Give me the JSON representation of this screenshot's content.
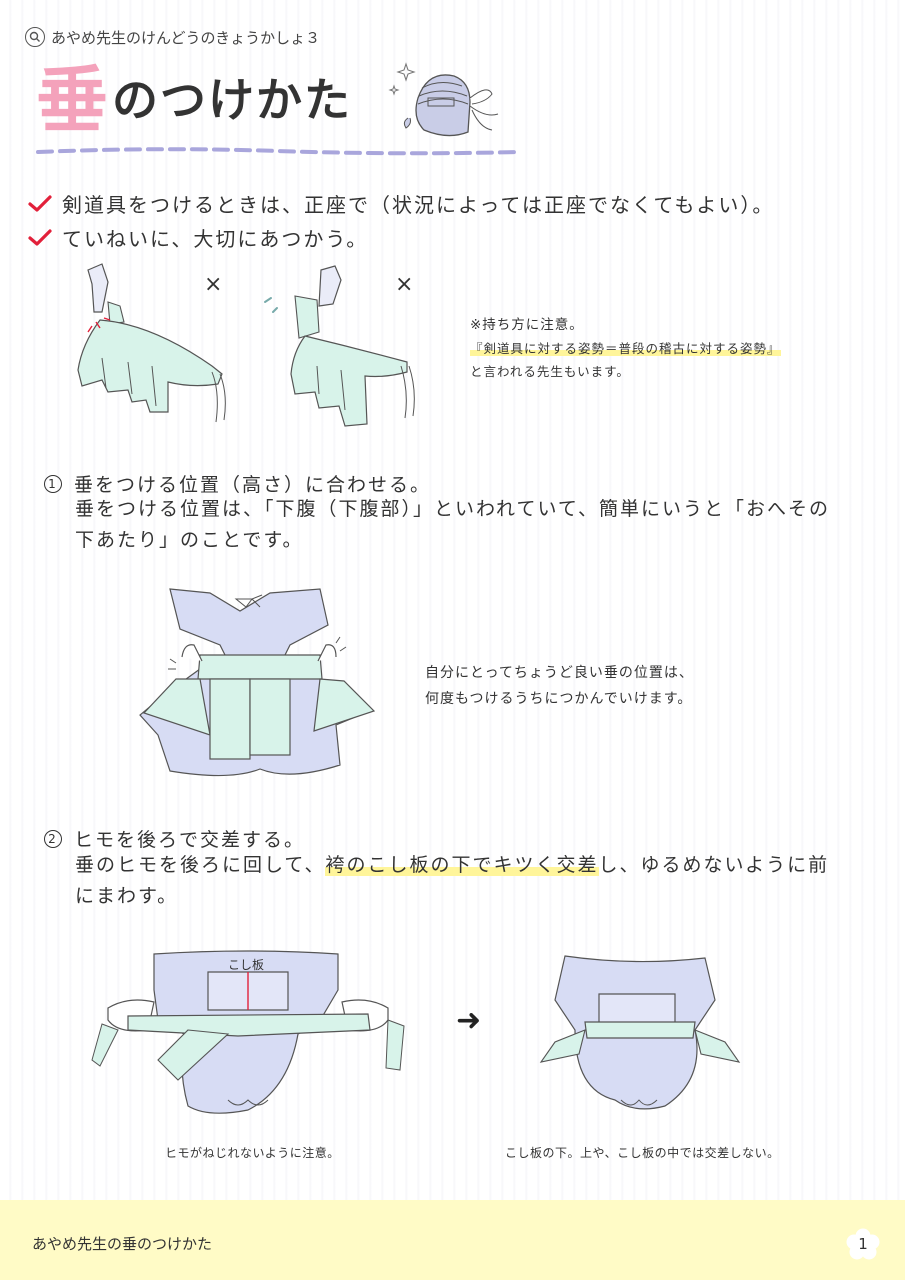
{
  "header": {
    "series_title": "あやめ先生のけんどうのきょうかしょ３",
    "title_kanji": "垂",
    "title_rest": "のつけかた"
  },
  "bullets": [
    "剣道具をつけるときは、正座で（状況によっては正座でなくてもよい）。",
    "ていねいに、大切にあつかう。"
  ],
  "wrong_marks": [
    "×",
    "×"
  ],
  "note_holding": {
    "line1": "※持ち方に注意。",
    "quote": "『剣道具に対する姿勢＝普段の稽古に対する姿勢』",
    "line3": "と言われる先生もいます。"
  },
  "step1": {
    "number": "①",
    "heading": "垂をつける位置（高さ）に合わせる。",
    "body": "垂をつける位置は、「下腹（下腹部）」といわれていて、簡単にいうと「おへその下あたり」のことです。",
    "note_line1": "自分にとってちょうど良い垂の位置は、",
    "note_line2": "何度もつけるうちにつかんでいけます。"
  },
  "step2": {
    "number": "②",
    "heading": "ヒモを後ろで交差する。",
    "body_pre": "垂のヒモを後ろに回して、",
    "body_highlight": "袴のこし板の下でキツく交差",
    "body_post": "し、ゆるめないように前にまわす。",
    "label_koshiita": "こし板",
    "arrow": "➜",
    "caption_left": "ヒモがねじれないように注意。",
    "caption_right": "こし板の下。上や、こし板の中では交差しない。"
  },
  "footer": {
    "title": "あやめ先生の垂のつけかた",
    "page_number": "1"
  },
  "colors": {
    "title_pink": "#f4a2bb",
    "check_red": "#e2203a",
    "tare_mint": "#d8f3ea",
    "hakama_lavender": "#d7dcf4",
    "highlight_yellow": "#fff59a",
    "footer_yellow": "#fffbc6",
    "underline_purple": "#a9a6dc"
  },
  "icons": [
    "search-icon",
    "check-icon",
    "sparkle-icon",
    "men-helmet-icon",
    "flower-icon",
    "arrow-icon"
  ]
}
